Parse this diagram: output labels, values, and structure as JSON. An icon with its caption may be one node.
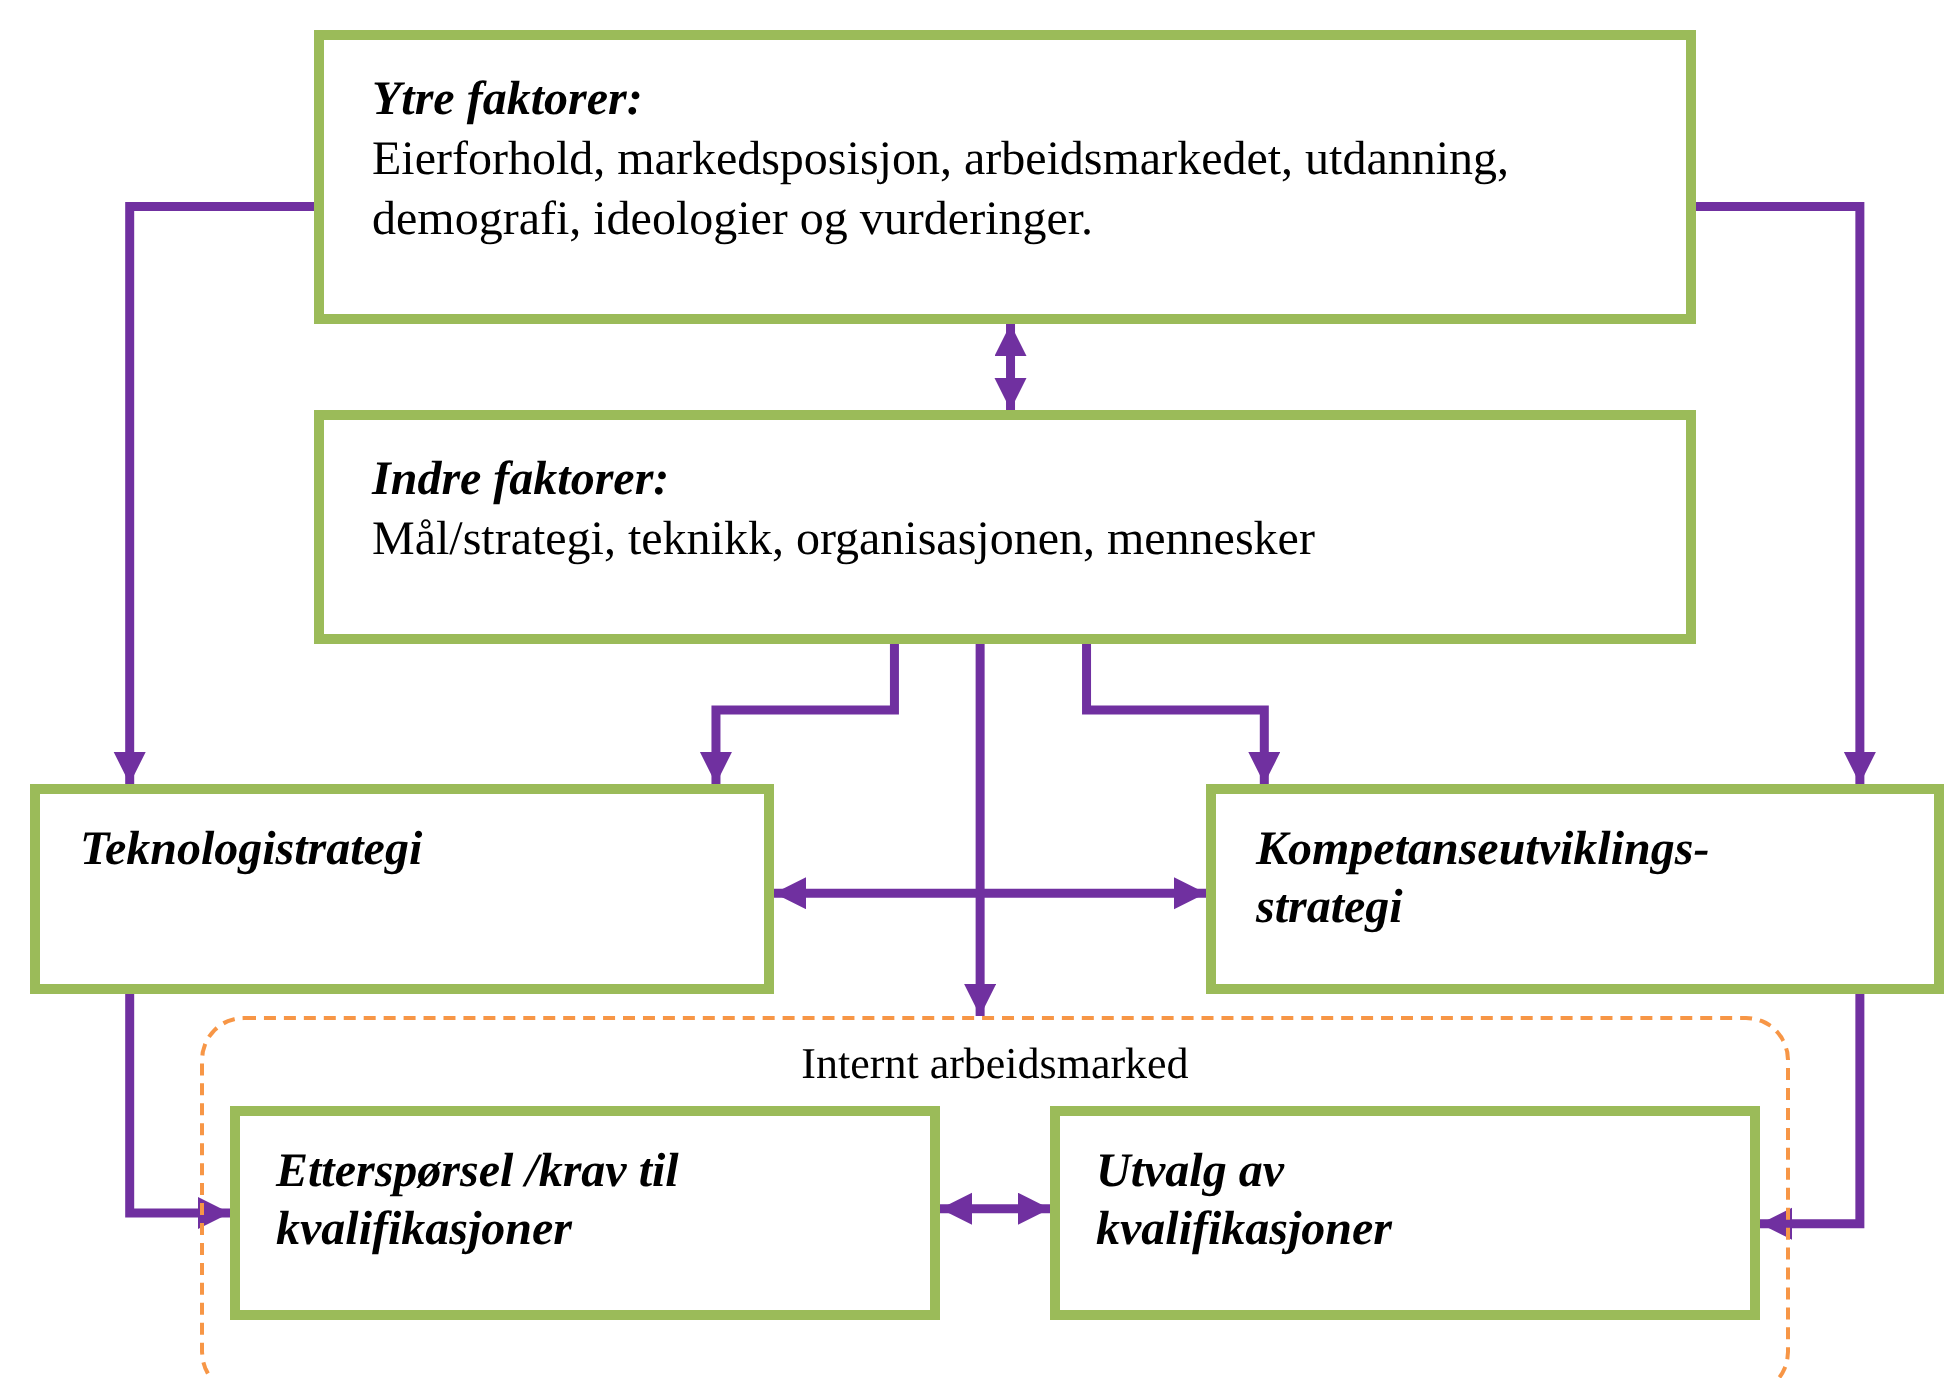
{
  "diagram": {
    "nodes": [
      {
        "text": [
          "Ytre faktorer:",
          "Eierforhold, markedsposisjon, arbeidsmarkedet, utdanning, demografi, ideologier og vurderinger."
        ]
      },
      {
        "text": [
          "Indre faktorer:",
          "Mål/strategi, teknikk, organisasjonen, mennesker"
        ]
      },
      {
        "text": [
          "Teknologistrategi"
        ]
      },
      {
        "text": [
          "Kompetanseutviklings-strategi"
        ]
      },
      {
        "text": [
          "Internt arbeidsmarked"
        ]
      },
      {
        "text": [
          "Etterspørsel /krav til kvalifikasjoner"
        ],
        "in": 4
      },
      {
        "text": [
          "Utvalg av kvalifikasjoner"
        ],
        "in": 4
      }
    ],
    "edges": [
      {
        "from": 0,
        "to": 1,
        "arrow": "both"
      },
      {
        "from": 0,
        "to": 2,
        "arrow": "to"
      },
      {
        "from": 0,
        "to": 3,
        "arrow": "to"
      },
      {
        "from": 1,
        "to": 2,
        "arrow": "to"
      },
      {
        "from": 1,
        "to": 3,
        "arrow": "to"
      },
      {
        "from": 1,
        "to": 4,
        "arrow": "to"
      },
      {
        "from": 2,
        "to": 3,
        "arrow": "both"
      },
      {
        "from": 2,
        "to": 5,
        "arrow": "to"
      },
      {
        "from": 3,
        "to": 6,
        "arrow": "to"
      },
      {
        "from": 5,
        "to": 6,
        "arrow": "both"
      }
    ]
  }
}
